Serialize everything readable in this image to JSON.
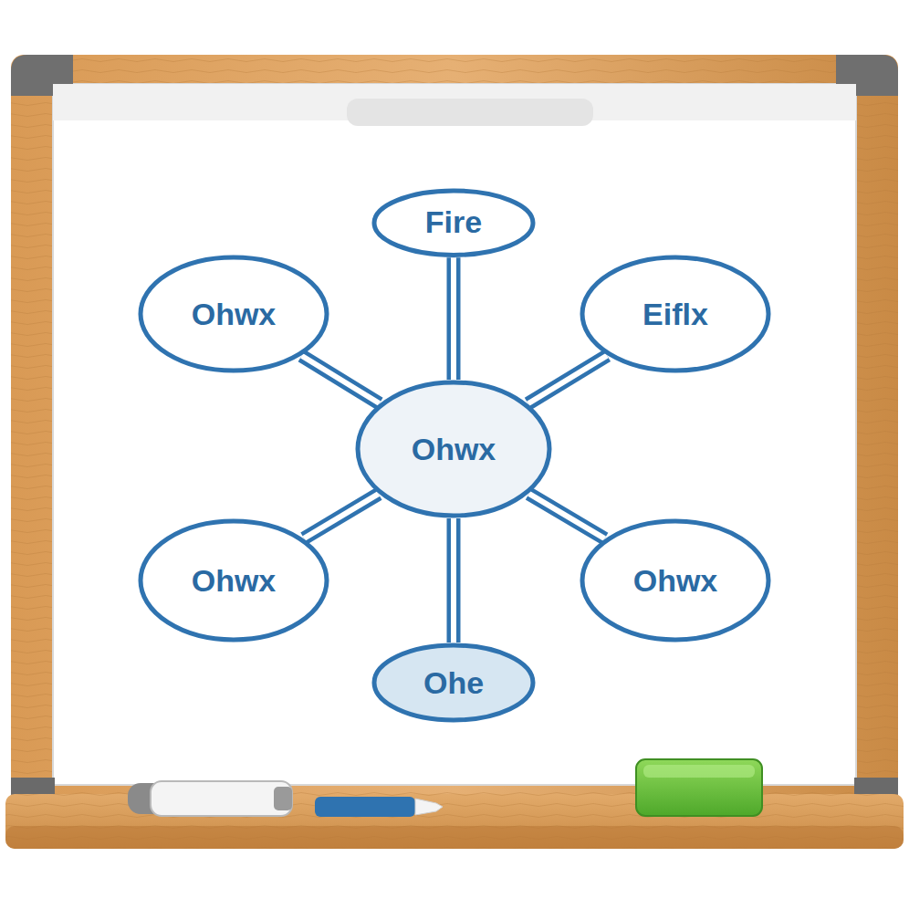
{
  "diagram": {
    "nodes": [
      {
        "text": [
          "Fire"
        ]
      },
      {
        "text": [
          "Ohwx"
        ]
      },
      {
        "text": [
          "Eiflx"
        ]
      },
      {
        "text": [
          "Ohwx"
        ]
      },
      {
        "text": [
          "Ohwx"
        ]
      },
      {
        "text": [
          "Ohwx"
        ]
      },
      {
        "text": [
          "Ohe"
        ]
      }
    ],
    "edges": [
      {
        "from": 3,
        "to": 0,
        "arrow": "none"
      },
      {
        "from": 3,
        "to": 1,
        "arrow": "none"
      },
      {
        "from": 3,
        "to": 2,
        "arrow": "none"
      },
      {
        "from": 3,
        "to": 4,
        "arrow": "none"
      },
      {
        "from": 3,
        "to": 5,
        "arrow": "none"
      },
      {
        "from": 3,
        "to": 6,
        "arrow": "none"
      }
    ]
  }
}
